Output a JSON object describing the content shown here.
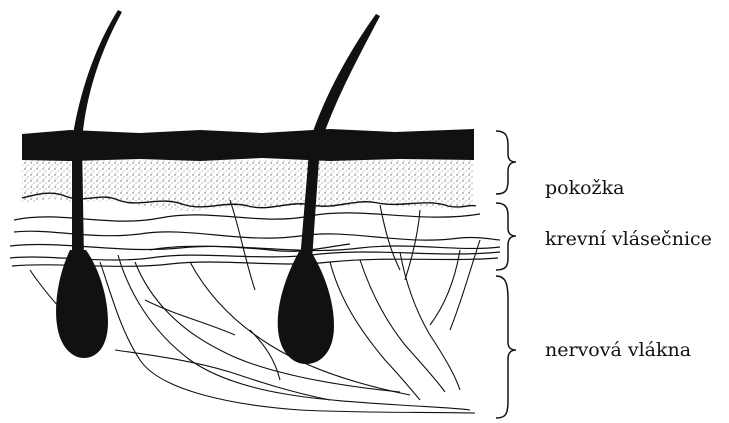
{
  "labels": {
    "skin": "pokožka",
    "capillaries": "krevní vlásečnice",
    "nerves": "nervová vlákna"
  },
  "colors": {
    "ink": "#111111",
    "stipple": "#6a6a6a",
    "background": "#ffffff"
  }
}
